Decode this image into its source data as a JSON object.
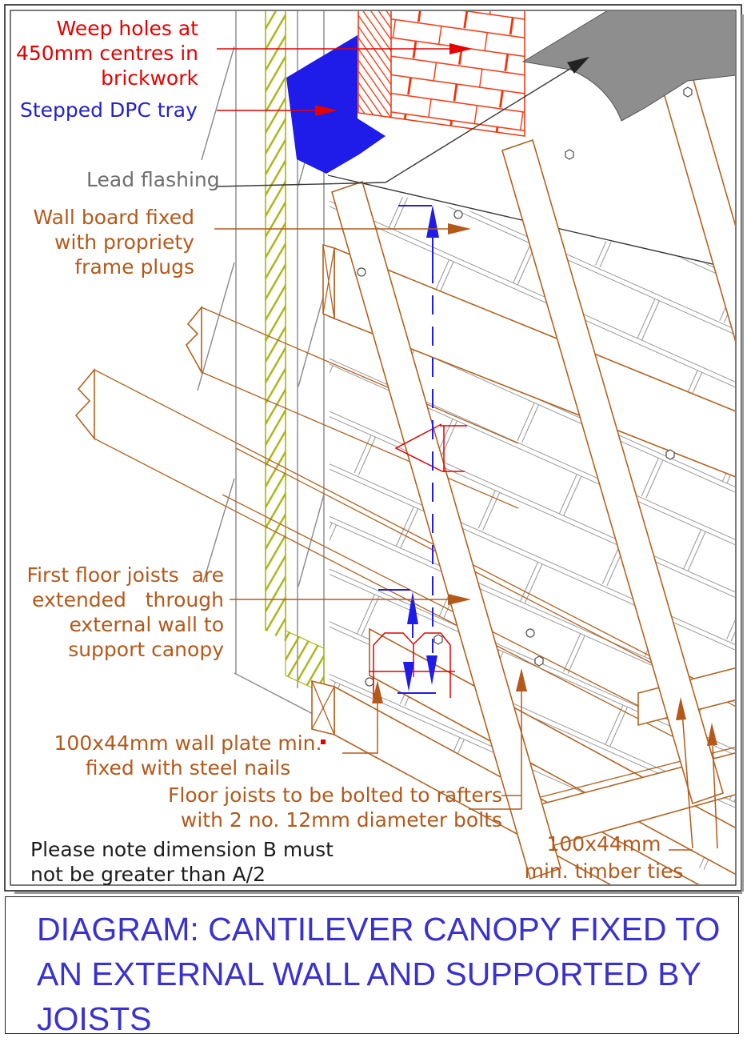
{
  "figure": {
    "labels": {
      "weep_holes": "Weep holes at\n450mm centres in\nbrickwork",
      "stepped_dpc": "Stepped DPC tray",
      "lead_flashing": "Lead flashing",
      "wall_board": "Wall board fixed\nwith propriety\nframe plugs",
      "first_floor_joists": "First floor joists  are\nextended   through\nexternal wall to\nsupport canopy",
      "wall_plate": "100x44mm wall plate min.\nfixed with steel nails",
      "floor_joists": "Floor joists to be bolted to rafters\nwith 2 no. 12mm diameter bolts",
      "dimension_note": "Please note dimension B must\nnot be greater than A/2",
      "timber_ties": "100x44mm\nmin. timber ties"
    },
    "colors": {
      "annotation_red": "#e60000",
      "annotation_blue": "#2421cc",
      "annotation_gray": "#6f6f6f",
      "annotation_orange": "#b5591a",
      "note_black": "#1c1c1c",
      "title_blue": "#3a31d2",
      "timber_orange": "#b4621e",
      "brick_red": "#f03208",
      "dpc_blue": "#1f1ce9",
      "flashing_gray": "#8e8e8e",
      "insulation_green": "#a9b410",
      "block_gray": "#9a9a9a",
      "wall_gray": "#8f8f8f"
    }
  },
  "title": {
    "text": "DIAGRAM: CANTILEVER CANOPY FIXED TO\nAN EXTERNAL WALL AND SUPPORTED BY\nJOISTS"
  }
}
